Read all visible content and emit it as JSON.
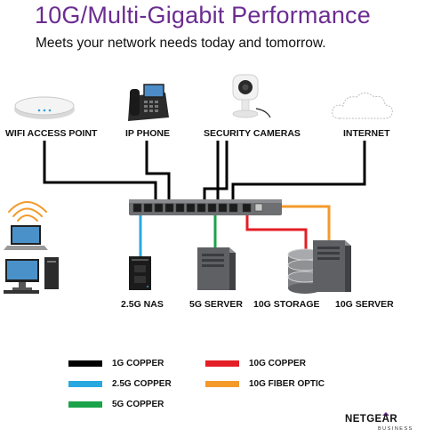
{
  "header": {
    "title": "10G/Multi-Gigabit Performance",
    "subtitle": "Meets your network needs today and tomorrow."
  },
  "top_devices": [
    {
      "label": "WIFI ACCESS POINT",
      "icon": "access-point-icon"
    },
    {
      "label": "IP PHONE",
      "icon": "ip-phone-icon"
    },
    {
      "label": "SECURITY CAMERAS",
      "icon": "security-camera-icon"
    },
    {
      "label": "INTERNET",
      "icon": "cloud-icon"
    }
  ],
  "bottom_devices": [
    {
      "label": "2.5G NAS",
      "icon": "nas-icon"
    },
    {
      "label": "5G SERVER",
      "icon": "server-icon"
    },
    {
      "label": "10G STORAGE",
      "icon": "storage-icon"
    },
    {
      "label": "10G SERVER",
      "icon": "server-icon"
    }
  ],
  "side_devices": [
    {
      "icon": "laptop-icon"
    },
    {
      "icon": "desktop-computer-icon"
    },
    {
      "icon": "wifi-signal-icon"
    }
  ],
  "legend": [
    {
      "label": "1G COPPER",
      "color": "#000000"
    },
    {
      "label": "2.5G COPPER",
      "color": "#29a8e0"
    },
    {
      "label": "5G COPPER",
      "color": "#1aa34a"
    },
    {
      "label": "10G COPPER",
      "color": "#e41e26"
    },
    {
      "label": "10G FIBER OPTIC",
      "color": "#f39a2b"
    }
  ],
  "brand": {
    "name": "NETGEAR",
    "sub": "BUSINESS",
    "color": "#6b2c91"
  }
}
